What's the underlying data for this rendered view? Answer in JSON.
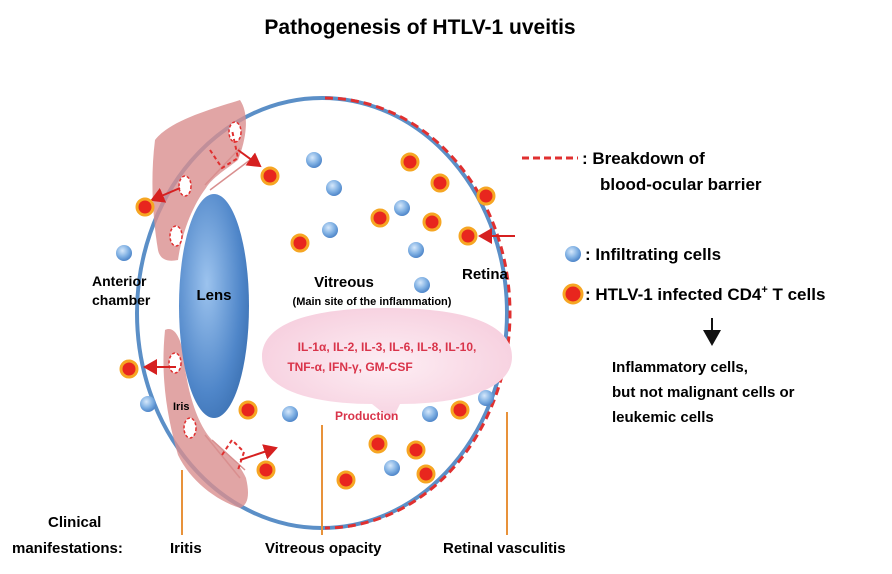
{
  "title": "Pathogenesis of HTLV-1 uveitis",
  "labels": {
    "anterior_chamber": [
      "Anterior",
      "chamber"
    ],
    "lens": "Lens",
    "vitreous": "Vitreous",
    "vitreous_note": "(Main site of the inflammation)",
    "retina": "Retina",
    "iris": "Iris",
    "production": "Production"
  },
  "cytokines": {
    "line1": "IL-1α, IL-2, IL-3, IL-6, IL-8, IL-10,",
    "line2": "TNF-α, IFN-γ, GM-CSF"
  },
  "legend": {
    "barrier": [
      "Breakdown of",
      "blood-ocular barrier"
    ],
    "infiltrating": "Infiltrating cells",
    "infected_prefix": "HTLV-1 infected CD4",
    "infected_sup": "+",
    "infected_suffix": "T cells",
    "note": [
      "Inflammatory cells,",
      "but not malignant cells or",
      "leukemic cells"
    ]
  },
  "clinical": {
    "heading": [
      "Clinical",
      "manifestations:"
    ],
    "iritis": "Iritis",
    "vitreous_opacity": "Vitreous opacity",
    "retinal_vasculitis": "Retinal vasculitis"
  },
  "colors": {
    "eye_outline": "#5b8fc7",
    "barrier_red": "#e03030",
    "iris_pink": "#d98f8f",
    "lens_blue": "#4f86c9",
    "blue_cell": "#6fa3dc",
    "infected_fill": "#e8261e",
    "infected_ring": "#f6a623",
    "cytokine_bubble": "#f8d7e3",
    "cytokine_text": "#d9344a",
    "pointer_line": "#e8923a"
  }
}
